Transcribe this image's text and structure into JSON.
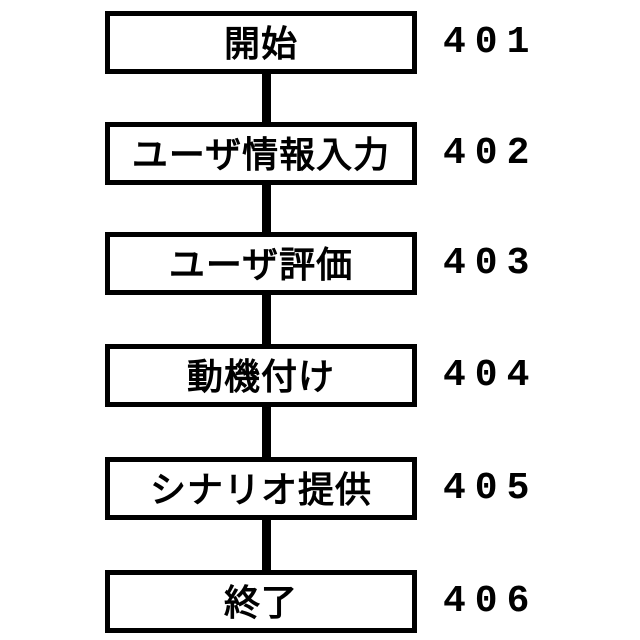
{
  "figure": {
    "type": "flowchart",
    "orientation": "vertical",
    "colors": {
      "background": "#ffffff",
      "line": "#000000",
      "text": "#000000"
    },
    "steps": [
      {
        "label": "開始",
        "ref": "401"
      },
      {
        "label": "ユーザ情報入力",
        "ref": "402"
      },
      {
        "label": "ユーザ評価",
        "ref": "403"
      },
      {
        "label": "動機付け",
        "ref": "404"
      },
      {
        "label": "シナリオ提供",
        "ref": "405"
      },
      {
        "label": "終了",
        "ref": "406"
      }
    ]
  }
}
